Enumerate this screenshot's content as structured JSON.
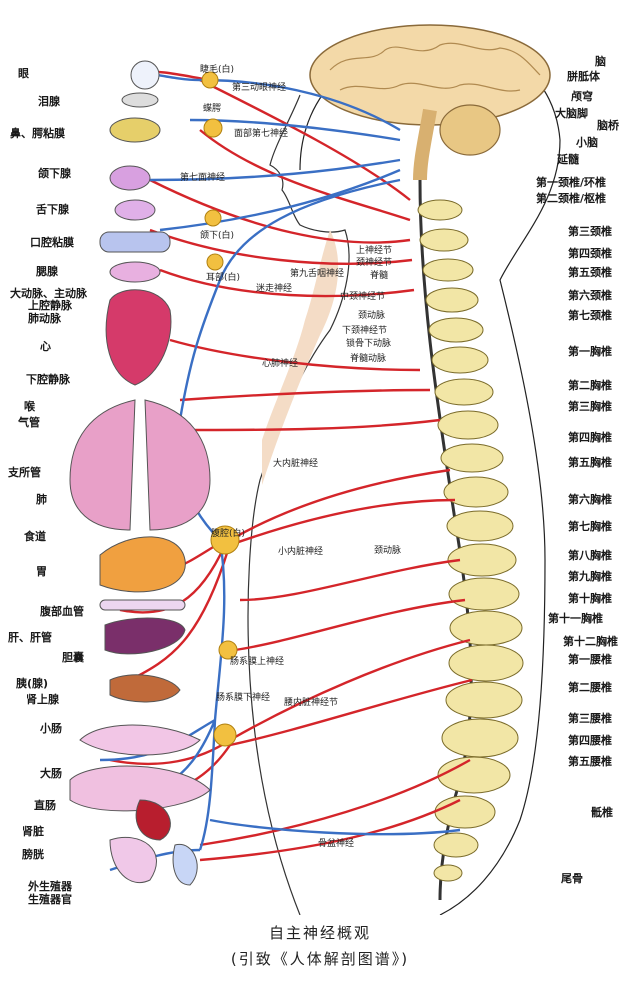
{
  "caption": {
    "title": "自主神经概观",
    "source": "(引致《人体解剖图谱》)"
  },
  "labels_left": [
    "眼",
    "泪腺",
    "鼻、腭粘膜",
    "颌下腺",
    "舌下腺",
    "口腔粘膜",
    "腮腺",
    "大动脉、主动脉",
    "上腔静脉",
    "肺动脉",
    "心",
    "下腔静脉",
    "喉",
    "气管",
    "支所管",
    "肺",
    "食道",
    "胃",
    "腹部血管",
    "肝、肝管",
    "胆囊",
    "胰(腺)",
    "肾上腺",
    "小肠",
    "大肠",
    "直肠",
    "肾脏",
    "膀胱",
    "外生殖器",
    "生殖器官"
  ],
  "labels_right": [
    "脑",
    "胼胝体",
    "颅穹",
    "大脑脚",
    "脑桥",
    "小脑",
    "延髓",
    "第一颈椎/环椎",
    "第二颈椎/枢椎",
    "第三颈椎",
    "第四颈椎",
    "第五颈椎",
    "第六颈椎",
    "第七颈椎",
    "第一胸椎",
    "第二胸椎",
    "第三胸椎",
    "第四胸椎",
    "第五胸椎",
    "第六胸椎",
    "第七胸椎",
    "第八胸椎",
    "第九胸椎",
    "第十胸椎",
    "第十一胸椎",
    "第十二胸椎",
    "第一腰椎",
    "第二腰椎",
    "第三腰椎",
    "第四腰椎",
    "第五腰椎",
    "骶椎",
    "尾骨"
  ],
  "labels_inner": [
    "睫毛(白)",
    "第三动眼神经",
    "蝶腭",
    "面部第七神经",
    "第七面神经",
    "颌下(白)",
    "耳部(白)",
    "第九舌咽神经",
    "迷走神经",
    "上神经节",
    "颈神经节",
    "脊髓",
    "中颈神经节",
    "颈动脉",
    "下颈神经节",
    "锁骨下动脉",
    "脊髓动脉",
    "心肺神经",
    "大内脏神经",
    "腹腔(白)",
    "小内脏神经",
    "颈动脉",
    "肠系膜上神经",
    "肠系膜下神经",
    "腰内脏神经节",
    "骨盆神经"
  ]
}
